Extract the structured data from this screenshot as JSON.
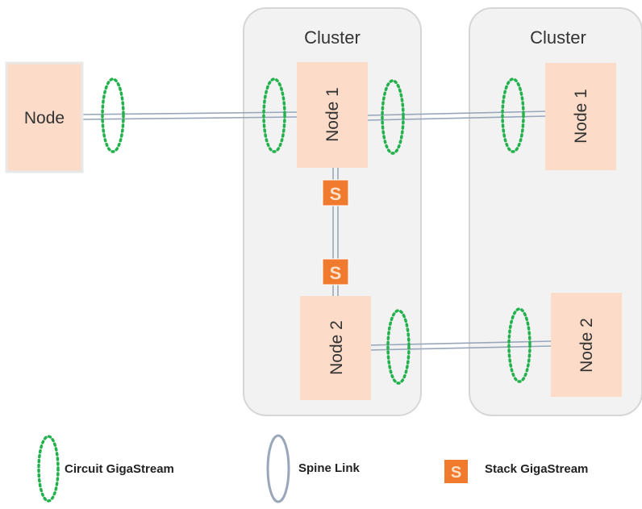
{
  "clusters": [
    {
      "title": "Cluster",
      "nodes": [
        "Node 1",
        "Node 2"
      ]
    },
    {
      "title": "Cluster",
      "nodes": [
        "Node 1",
        "Node 2"
      ]
    }
  ],
  "standalone_node": {
    "label": "Node"
  },
  "stack_icon_glyph": "S",
  "legend": {
    "circuit": "Circuit GigaStream",
    "spine": "Spine Link",
    "stack": "Stack GigaStream"
  },
  "colors": {
    "cluster_fill": "#f2f2f2",
    "cluster_stroke": "#d6d6d6",
    "node_fill": "#fcdcc8",
    "node_stroke": "#e8e8e8",
    "circuit_ring": "#22b14c",
    "spine_link": "#9aa7bb",
    "stack_icon": "#f07a2e"
  },
  "icons": {
    "circuit": "dotted-green-ellipse",
    "spine": "grey-ellipse-outline",
    "stack": "orange-s-square"
  }
}
